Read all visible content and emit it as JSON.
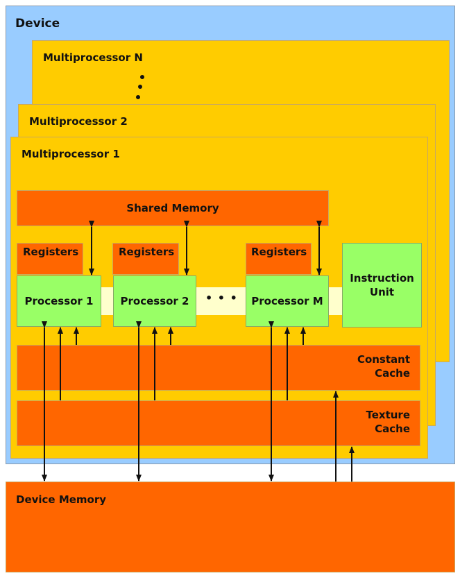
{
  "device": {
    "label": "Device"
  },
  "multiprocessors": {
    "n": "Multiprocessor N",
    "two": "Multiprocessor 2",
    "one": "Multiprocessor 1"
  },
  "shared_memory": "Shared Memory",
  "registers": "Registers",
  "processors": {
    "p1": "Processor 1",
    "p2": "Processor 2",
    "pm": "Processor M"
  },
  "ellipsis": "• • •",
  "instruction_unit": "Instruction Unit",
  "constant_cache": {
    "line1": "Constant",
    "line2": "Cache"
  },
  "texture_cache": {
    "line1": "Texture",
    "line2": "Cache"
  },
  "device_memory": "Device Memory",
  "colors": {
    "device": "#99ccff",
    "multiprocessor": "#ffcc00",
    "memory": "#ff6600",
    "processor": "#99ff66",
    "bus": "#ffffcc"
  }
}
